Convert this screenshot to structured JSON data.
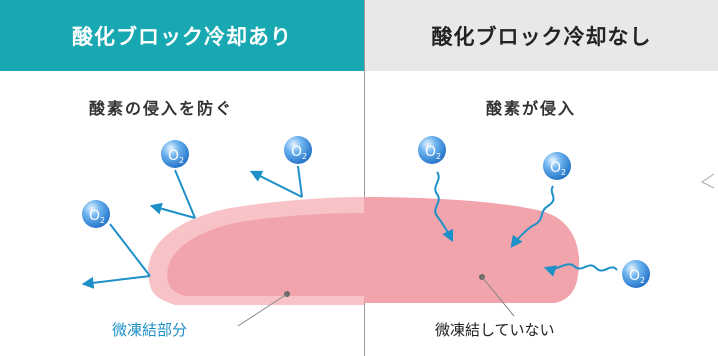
{
  "header": {
    "left_title": "酸化ブロック冷却あり",
    "right_title": "酸化ブロック冷却なし"
  },
  "left_panel": {
    "subtitle": "酸素の侵入を防ぐ",
    "caption": "微凍結部分"
  },
  "right_panel": {
    "subtitle": "酸素が侵入",
    "caption": "微凍結していない"
  },
  "molecule_label": "O",
  "molecule_subscript": "2",
  "colors": {
    "header_left_bg": "#18a8b2",
    "header_right_bg": "#e8e8e6",
    "meat_outer": "#f8c3c6",
    "meat_inner": "#f2a4ad",
    "arrow": "#1e90c8",
    "bubble": "#2a86d6"
  },
  "icons": [
    "o2-bubble-icon",
    "arrow-icon",
    "wavy-arrow-icon"
  ]
}
